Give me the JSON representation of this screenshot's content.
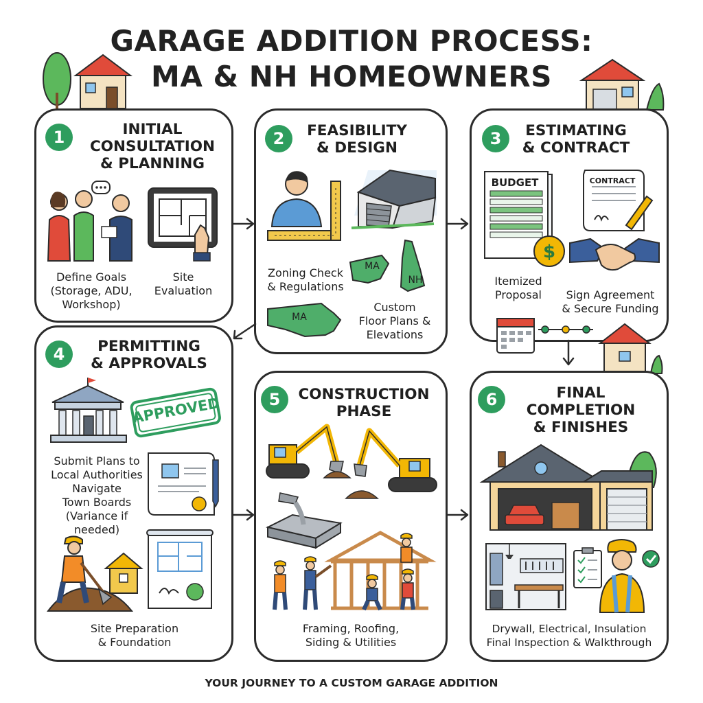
{
  "title_line1": "GARAGE ADDITION PROCESS:",
  "title_line2": "MA & NH HOMEOWNERS",
  "footer": "YOUR JOURNEY TO A CUSTOM GARAGE ADDITION",
  "colors": {
    "accent_green": "#2e9d5e",
    "outline": "#2b2b2b",
    "sky_blue": "#5b9bd5",
    "gold": "#f2b705"
  },
  "steps": [
    {
      "number": "1",
      "title": "INITIAL\nCONSULTATION\n& PLANNING",
      "labels": [
        "Define Goals\n(Storage, ADU,\nWorkshop)",
        "Site\nEvaluation"
      ],
      "icons": [
        "homeowners-consultation-icon",
        "floor-plan-tablet-icon"
      ]
    },
    {
      "number": "2",
      "title": "FEASIBILITY\n& DESIGN",
      "labels": [
        "Zoning Check\n& Regulations",
        "Custom\nFloor Plans &\nElevations"
      ],
      "map_labels": [
        "MA",
        "NH",
        "MA"
      ],
      "icons": [
        "architect-icon",
        "garage-model-icon",
        "state-map-icon"
      ]
    },
    {
      "number": "3",
      "title": "ESTIMATING\n& CONTRACT",
      "labels": [
        "Itemized\nProposal",
        "Sign Agreement\n& Secure Funding"
      ],
      "budget_label": "BUDGET",
      "contract_label": "CONTRACT",
      "icons": [
        "budget-sheet-icon",
        "dollar-coin-icon",
        "contract-icon",
        "handshake-icon",
        "calendar-icon"
      ]
    },
    {
      "number": "4",
      "title": "PERMITTING\n& APPROVALS",
      "labels": [
        "Submit Plans to\nLocal Authorities\nNavigate\nTown Boards\n(Variance if\nneeded)",
        "Site Preparation\n& Foundation"
      ],
      "stamp_label": "APPROVED",
      "icons": [
        "town-hall-icon",
        "approved-stamp-icon",
        "permit-document-icon",
        "digging-worker-icon",
        "blueprint-icon"
      ]
    },
    {
      "number": "5",
      "title": "CONSTRUCTION\nPHASE",
      "labels": [
        "Framing, Roofing,\nSiding & Utilities"
      ],
      "icons": [
        "excavator-icon",
        "concrete-pour-icon",
        "framing-crew-icon"
      ]
    },
    {
      "number": "6",
      "title": "FINAL\nCOMPLETION\n& FINISHES",
      "labels": [
        "Drywall, Electrical, Insulation\nFinal Inspection & Walkthrough"
      ],
      "icons": [
        "finished-garage-icon",
        "workshop-interior-icon",
        "inspector-checklist-icon"
      ]
    }
  ]
}
